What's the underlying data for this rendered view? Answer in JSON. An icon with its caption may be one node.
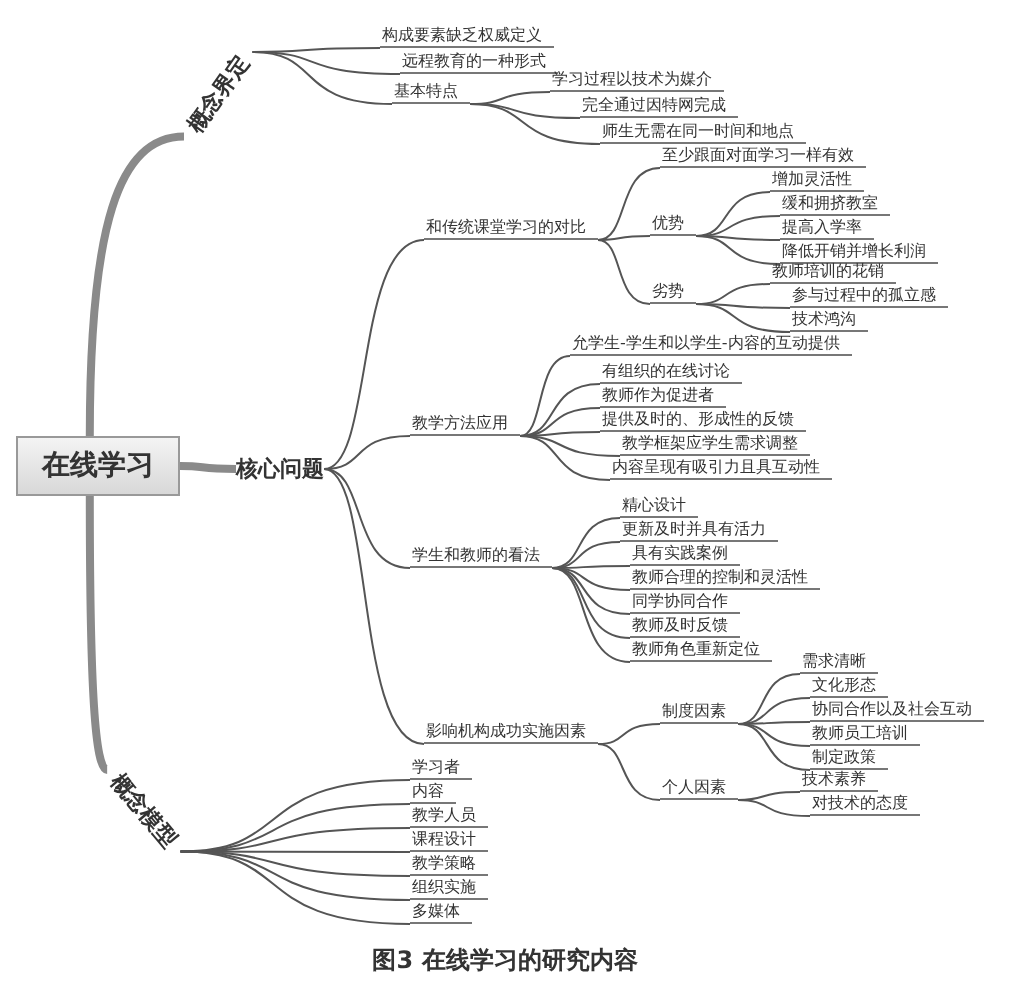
{
  "diagram": {
    "caption": "图3 在线学习的研究内容",
    "nodes": [
      {
        "text": [
          "在线学习"
        ]
      },
      {
        "text": [
          "概念界定"
        ]
      },
      {
        "text": [
          "构成要素缺乏权威定义"
        ]
      },
      {
        "text": [
          "远程教育的一种形式"
        ]
      },
      {
        "text": [
          "基本特点"
        ]
      },
      {
        "text": [
          "学习过程以技术为媒介"
        ]
      },
      {
        "text": [
          "完全通过因特网完成"
        ]
      },
      {
        "text": [
          "师生无需在同一时间和地点"
        ]
      },
      {
        "text": [
          "核心问题"
        ]
      },
      {
        "text": [
          "和传统课堂学习的对比"
        ]
      },
      {
        "text": [
          "至少跟面对面学习一样有效"
        ]
      },
      {
        "text": [
          "优势"
        ]
      },
      {
        "text": [
          "增加灵活性"
        ]
      },
      {
        "text": [
          "缓和拥挤教室"
        ]
      },
      {
        "text": [
          "提高入学率"
        ]
      },
      {
        "text": [
          "降低开销并增长利润"
        ]
      },
      {
        "text": [
          "劣势"
        ]
      },
      {
        "text": [
          "教师培训的花销"
        ]
      },
      {
        "text": [
          "参与过程中的孤立感"
        ]
      },
      {
        "text": [
          "技术鸿沟"
        ]
      },
      {
        "text": [
          "教学方法应用"
        ]
      },
      {
        "text": [
          "允学生-学生和以学生-内容的互动提供"
        ]
      },
      {
        "text": [
          "有组织的在线讨论"
        ]
      },
      {
        "text": [
          "教师作为促进者"
        ]
      },
      {
        "text": [
          "提供及时的、形成性的反馈"
        ]
      },
      {
        "text": [
          "教学框架应学生需求调整"
        ]
      },
      {
        "text": [
          "内容呈现有吸引力且具互动性"
        ]
      },
      {
        "text": [
          "学生和教师的看法"
        ]
      },
      {
        "text": [
          "精心设计"
        ]
      },
      {
        "text": [
          "更新及时并具有活力"
        ]
      },
      {
        "text": [
          "具有实践案例"
        ]
      },
      {
        "text": [
          "教师合理的控制和灵活性"
        ]
      },
      {
        "text": [
          "同学协同合作"
        ]
      },
      {
        "text": [
          "教师及时反馈"
        ]
      },
      {
        "text": [
          "教师角色重新定位"
        ]
      },
      {
        "text": [
          "影响机构成功实施因素"
        ]
      },
      {
        "text": [
          "制度因素"
        ]
      },
      {
        "text": [
          "需求清晰"
        ]
      },
      {
        "text": [
          "文化形态"
        ]
      },
      {
        "text": [
          "协同合作以及社会互动"
        ]
      },
      {
        "text": [
          "教师员工培训"
        ]
      },
      {
        "text": [
          "制定政策"
        ]
      },
      {
        "text": [
          "个人因素"
        ]
      },
      {
        "text": [
          "技术素养"
        ]
      },
      {
        "text": [
          "对技术的态度"
        ]
      },
      {
        "text": [
          "概念模型"
        ]
      },
      {
        "text": [
          "学习者"
        ]
      },
      {
        "text": [
          "内容"
        ]
      },
      {
        "text": [
          "教学人员"
        ]
      },
      {
        "text": [
          "课程设计"
        ]
      },
      {
        "text": [
          "教学策略"
        ]
      },
      {
        "text": [
          "组织实施"
        ]
      },
      {
        "text": [
          "多媒体"
        ]
      }
    ],
    "edges": [
      {
        "from": 0,
        "to": 1,
        "arrow": "none",
        "style": "thick"
      },
      {
        "from": 1,
        "to": 2,
        "arrow": "none"
      },
      {
        "from": 1,
        "to": 3,
        "arrow": "none"
      },
      {
        "from": 1,
        "to": 4,
        "arrow": "none"
      },
      {
        "from": 4,
        "to": 5,
        "arrow": "none"
      },
      {
        "from": 4,
        "to": 6,
        "arrow": "none"
      },
      {
        "from": 4,
        "to": 7,
        "arrow": "none"
      },
      {
        "from": 0,
        "to": 8,
        "arrow": "none",
        "style": "thick"
      },
      {
        "from": 8,
        "to": 9,
        "arrow": "none"
      },
      {
        "from": 9,
        "to": 10,
        "arrow": "none"
      },
      {
        "from": 9,
        "to": 11,
        "arrow": "none"
      },
      {
        "from": 11,
        "to": 12,
        "arrow": "none"
      },
      {
        "from": 11,
        "to": 13,
        "arrow": "none"
      },
      {
        "from": 11,
        "to": 14,
        "arrow": "none"
      },
      {
        "from": 11,
        "to": 15,
        "arrow": "none"
      },
      {
        "from": 9,
        "to": 16,
        "arrow": "none"
      },
      {
        "from": 16,
        "to": 17,
        "arrow": "none"
      },
      {
        "from": 16,
        "to": 18,
        "arrow": "none"
      },
      {
        "from": 16,
        "to": 19,
        "arrow": "none"
      },
      {
        "from": 8,
        "to": 20,
        "arrow": "none"
      },
      {
        "from": 20,
        "to": 21,
        "arrow": "none"
      },
      {
        "from": 20,
        "to": 22,
        "arrow": "none"
      },
      {
        "from": 20,
        "to": 23,
        "arrow": "none"
      },
      {
        "from": 20,
        "to": 24,
        "arrow": "none"
      },
      {
        "from": 20,
        "to": 25,
        "arrow": "none"
      },
      {
        "from": 20,
        "to": 26,
        "arrow": "none"
      },
      {
        "from": 8,
        "to": 27,
        "arrow": "none"
      },
      {
        "from": 27,
        "to": 28,
        "arrow": "none"
      },
      {
        "from": 27,
        "to": 29,
        "arrow": "none"
      },
      {
        "from": 27,
        "to": 30,
        "arrow": "none"
      },
      {
        "from": 27,
        "to": 31,
        "arrow": "none"
      },
      {
        "from": 27,
        "to": 32,
        "arrow": "none"
      },
      {
        "from": 27,
        "to": 33,
        "arrow": "none"
      },
      {
        "from": 27,
        "to": 34,
        "arrow": "none"
      },
      {
        "from": 8,
        "to": 35,
        "arrow": "none"
      },
      {
        "from": 35,
        "to": 36,
        "arrow": "none"
      },
      {
        "from": 36,
        "to": 37,
        "arrow": "none"
      },
      {
        "from": 36,
        "to": 38,
        "arrow": "none"
      },
      {
        "from": 36,
        "to": 39,
        "arrow": "none"
      },
      {
        "from": 36,
        "to": 40,
        "arrow": "none"
      },
      {
        "from": 36,
        "to": 41,
        "arrow": "none"
      },
      {
        "from": 35,
        "to": 42,
        "arrow": "none"
      },
      {
        "from": 42,
        "to": 43,
        "arrow": "none"
      },
      {
        "from": 42,
        "to": 44,
        "arrow": "none"
      },
      {
        "from": 0,
        "to": 45,
        "arrow": "none",
        "style": "thick"
      },
      {
        "from": 45,
        "to": 46,
        "arrow": "none"
      },
      {
        "from": 45,
        "to": 47,
        "arrow": "none"
      },
      {
        "from": 45,
        "to": 48,
        "arrow": "none"
      },
      {
        "from": 45,
        "to": 49,
        "arrow": "none"
      },
      {
        "from": 45,
        "to": 50,
        "arrow": "none"
      },
      {
        "from": 45,
        "to": 51,
        "arrow": "none"
      },
      {
        "from": 45,
        "to": 52,
        "arrow": "none"
      }
    ]
  }
}
